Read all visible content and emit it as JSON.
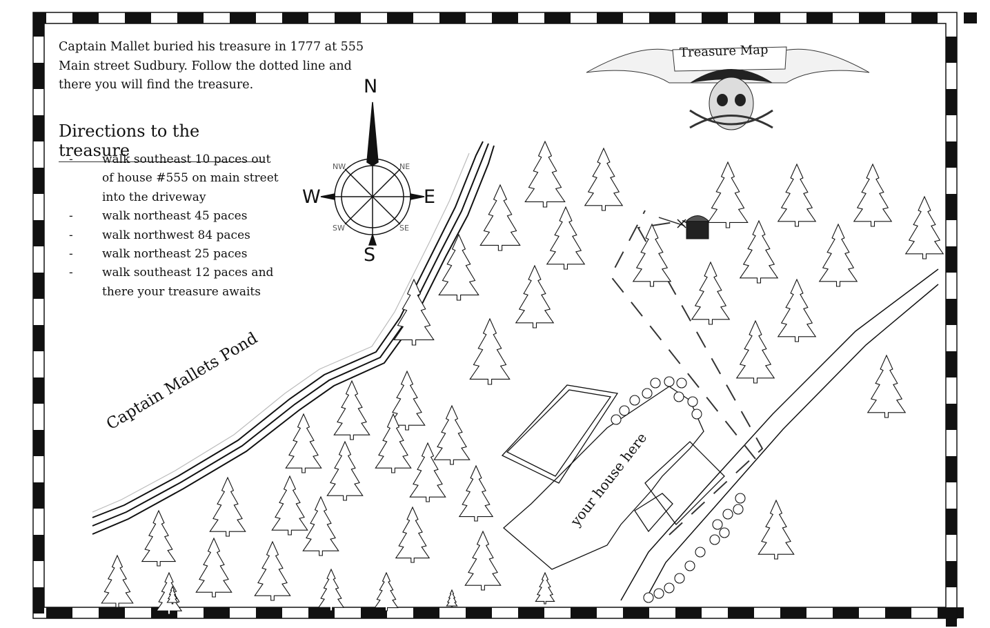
{
  "intro_text": "Captain Mallet buried his treasure in 1777 at 555 Main street Sudbury.   Follow the dotted line and there you will find the treasure.",
  "banner_title": "Treasure Map",
  "directions": {
    "title": "Directions to the treasure",
    "steps": [
      "walk southeast 10 paces out of house #555 on main street into the driveway",
      "walk northeast 45 paces",
      "walk northwest 84 paces",
      "walk northeast 25 paces",
      "walk southeast 12 paces and there your treasure awaits"
    ]
  },
  "compass": {
    "n": "N",
    "s": "S",
    "e": "E",
    "w": "W",
    "nw": "NW",
    "ne": "NE",
    "sw": "SW",
    "se": "SE"
  },
  "labels": {
    "pond": "Captain Mallets Pond",
    "house": "your house here"
  },
  "icons": [
    "compass-rose-icon",
    "skull-crossbones-icon",
    "treasure-chest-icon",
    "pine-tree-icon",
    "shrub-icon"
  ]
}
